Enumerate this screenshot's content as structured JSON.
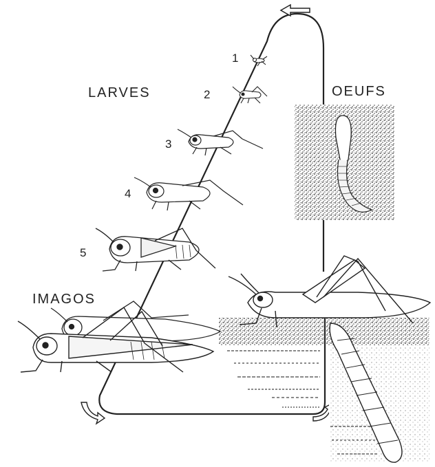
{
  "labels": {
    "larves": "LARVES",
    "oeufs": "OEUFS",
    "imagos": "IMAGOS"
  },
  "stages": [
    "1",
    "2",
    "3",
    "4",
    "5"
  ],
  "colors": {
    "ink": "#222222",
    "paper": "#ffffff",
    "soil": "#555555"
  }
}
